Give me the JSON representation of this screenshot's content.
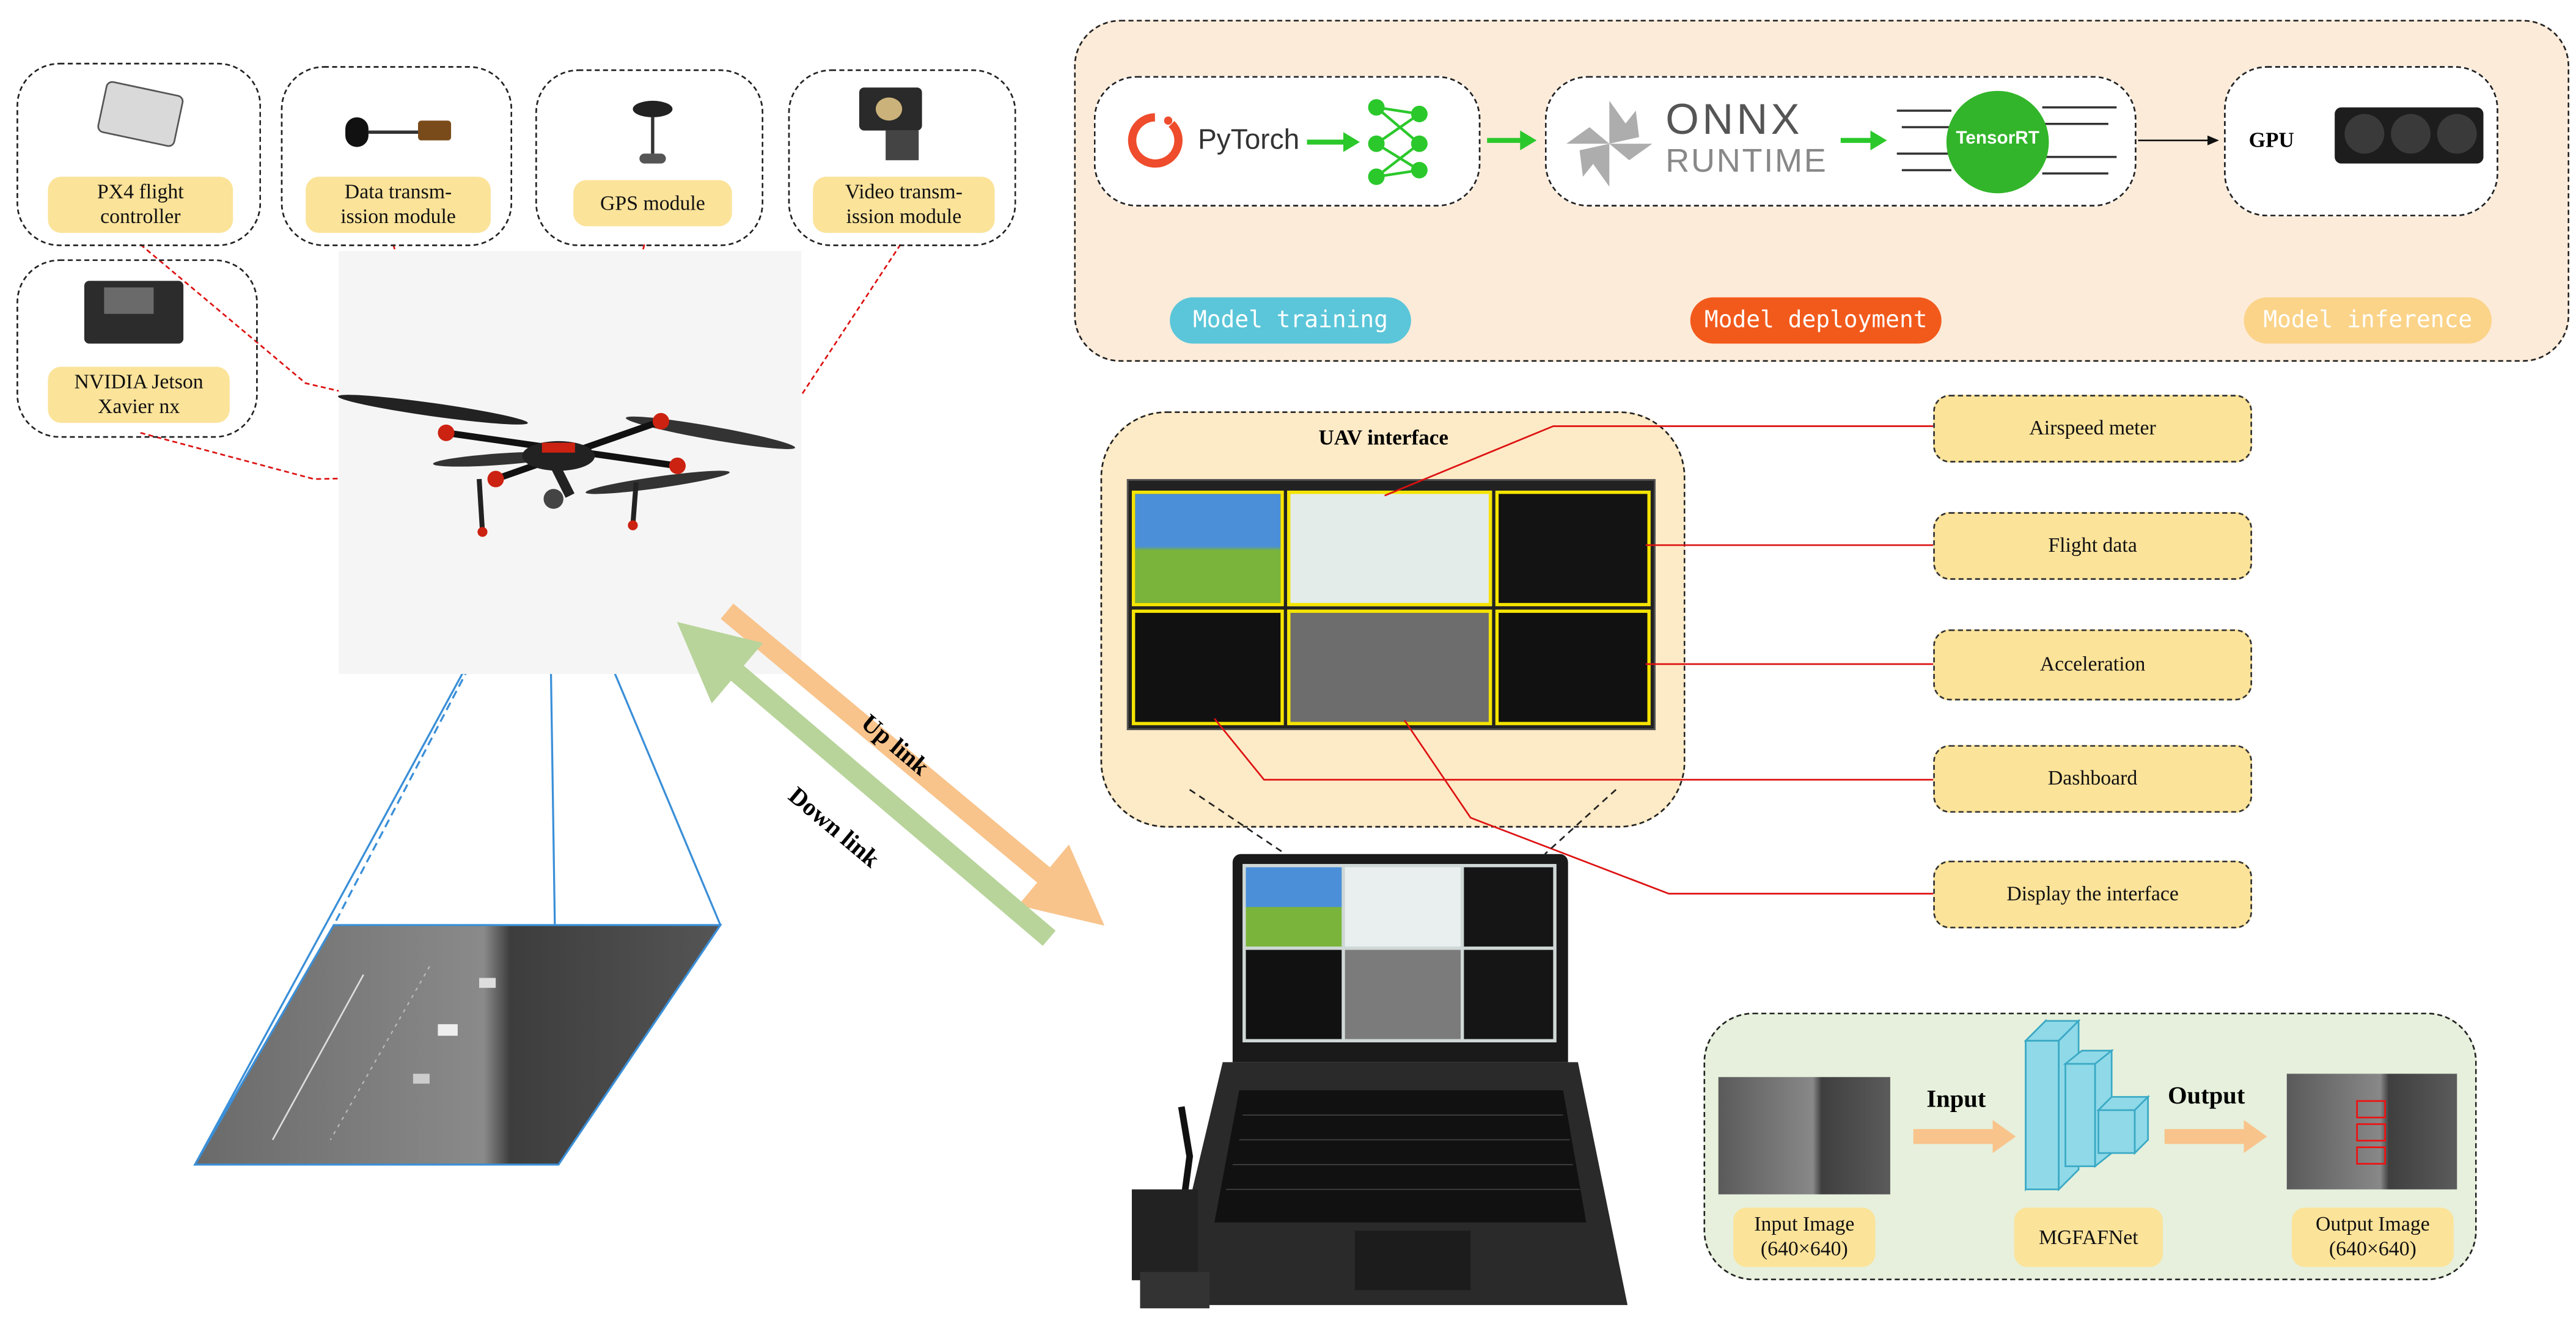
{
  "drone_components": {
    "px4": "PX4 flight\ncontroller",
    "data_tx": "Data transm-\nission module",
    "gps": "GPS module",
    "video_tx": "Video transm-\nission module",
    "jetson": "NVIDIA Jetson\nXavier nx"
  },
  "pipeline": {
    "pytorch": "PyTorch",
    "onnx_line1": "ONNX",
    "onnx_line2": "RUNTIME",
    "tensorrt": "TensorRT",
    "gpu": "GPU",
    "stage_training": "Model training",
    "stage_deployment": "Model deployment",
    "stage_inference": "Model inference"
  },
  "links": {
    "up": "Up link",
    "down": "Down link"
  },
  "uav_interface": {
    "title": "UAV interface",
    "callouts": [
      "Airspeed meter",
      "Flight data",
      "Acceleration",
      "Dashboard",
      "Display the interface"
    ]
  },
  "detection": {
    "input_label": "Input",
    "output_label": "Output",
    "input_image": "Input Image\n(640×640)",
    "network": "MGFAFNet",
    "output_image": "Output Image\n(640×640)"
  },
  "colors": {
    "pipeline_bg": "#fdebd9",
    "training": "#5bc6d9",
    "deployment": "#f25a1c",
    "inference": "#fbd48a",
    "uav_bg": "#fdeac6",
    "detect_bg": "#e6f0dc",
    "label": "#fbe39a",
    "uplink": "#f8c48c",
    "downlink": "#b8d49a"
  }
}
